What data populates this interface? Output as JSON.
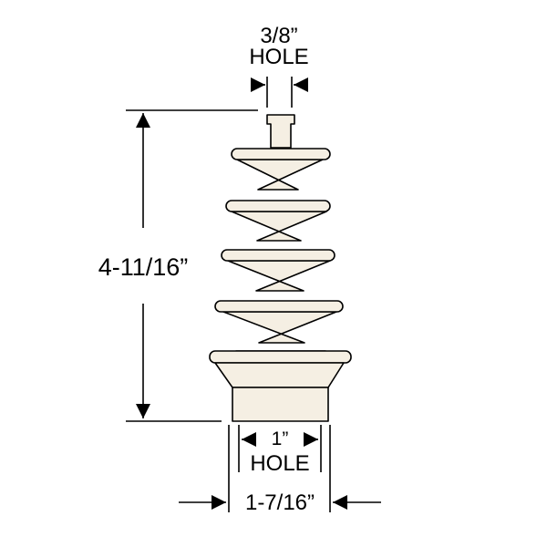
{
  "colors": {
    "outline": "#000000",
    "part_fill": "#f5efe3",
    "background": "#ffffff"
  },
  "labels": {
    "top_hole_size": "3/8”",
    "top_hole_word": "HOLE",
    "height": "4-11/16”",
    "bottom_hole_size": "1”",
    "bottom_hole_word": "HOLE",
    "base_width": "1-7/16”"
  }
}
